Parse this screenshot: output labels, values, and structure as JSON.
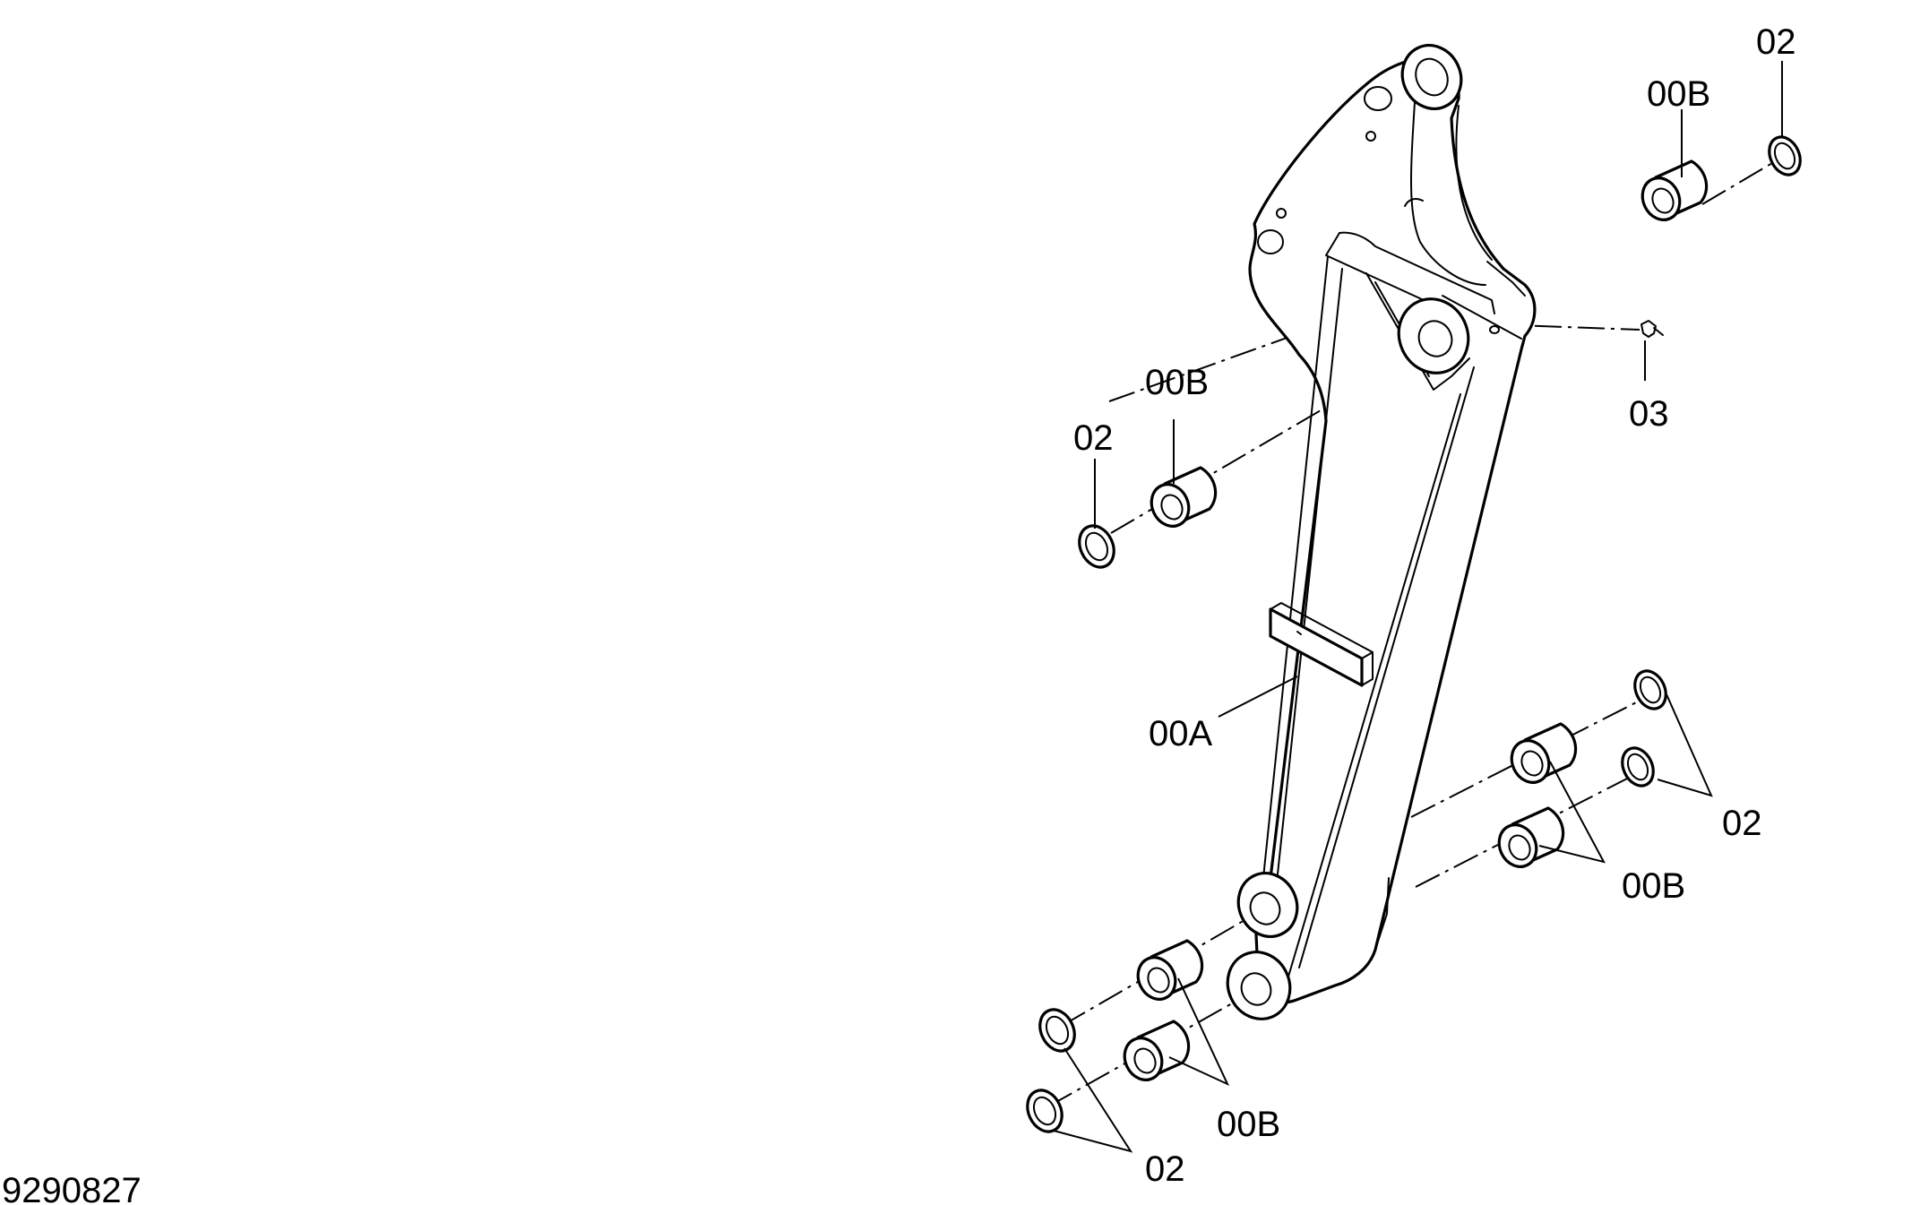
{
  "drawing_number": "9290827",
  "callouts": {
    "arm": "00A",
    "bushing_top_right": "00B",
    "bushing_top_left": "00B",
    "bushing_bottom_right": "00B",
    "bushing_bottom_left": "00B",
    "ring_top_right": "02",
    "ring_top_left": "02",
    "ring_bottom_right": "02",
    "ring_bottom_left": "02",
    "grease_fitting": "03"
  }
}
